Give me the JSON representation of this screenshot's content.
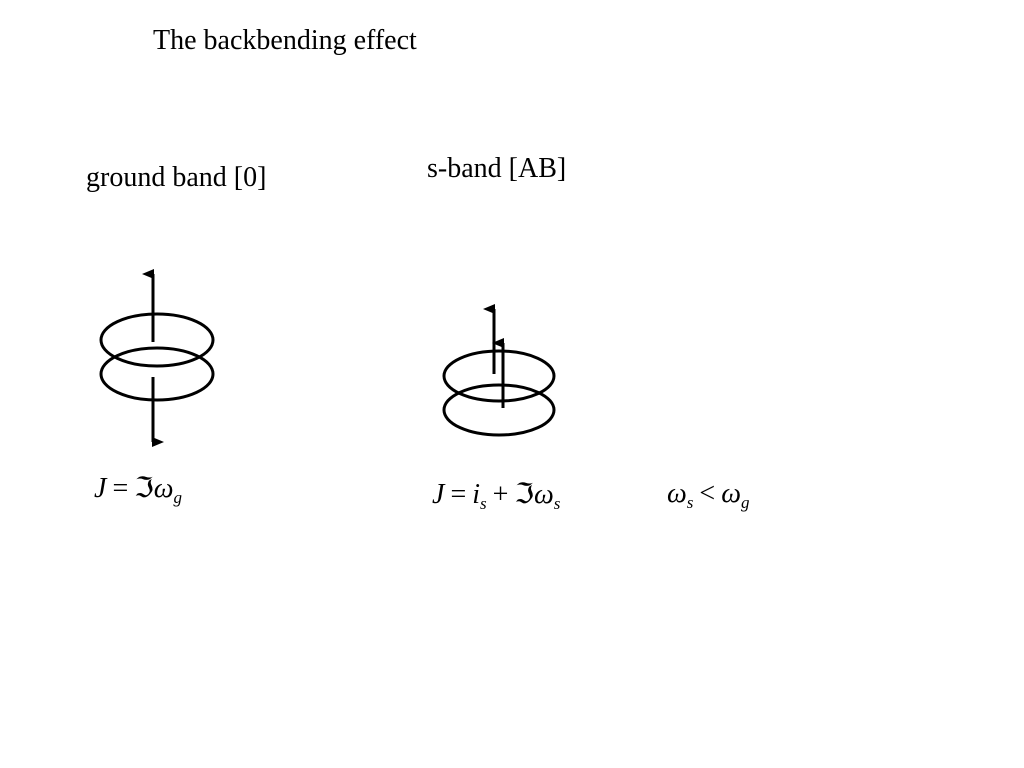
{
  "slide": {
    "title": "The backbending effect",
    "ground_band": {
      "label": "ground band [0]",
      "formula": {
        "lhs": "J",
        "eq": "=",
        "frak": "ℑ",
        "omega": "ω",
        "sub": "g"
      }
    },
    "s_band": {
      "label": "s-band [AB]",
      "formula": {
        "lhs": "J",
        "eq": "=",
        "i": "i",
        "i_sub": "s",
        "plus": "+",
        "frak": "ℑ",
        "omega": "ω",
        "omega_sub": "s"
      }
    },
    "comparison": {
      "omega_left": "ω",
      "left_sub": "s",
      "op": "<",
      "omega_right": "ω",
      "right_sub": "g"
    }
  }
}
